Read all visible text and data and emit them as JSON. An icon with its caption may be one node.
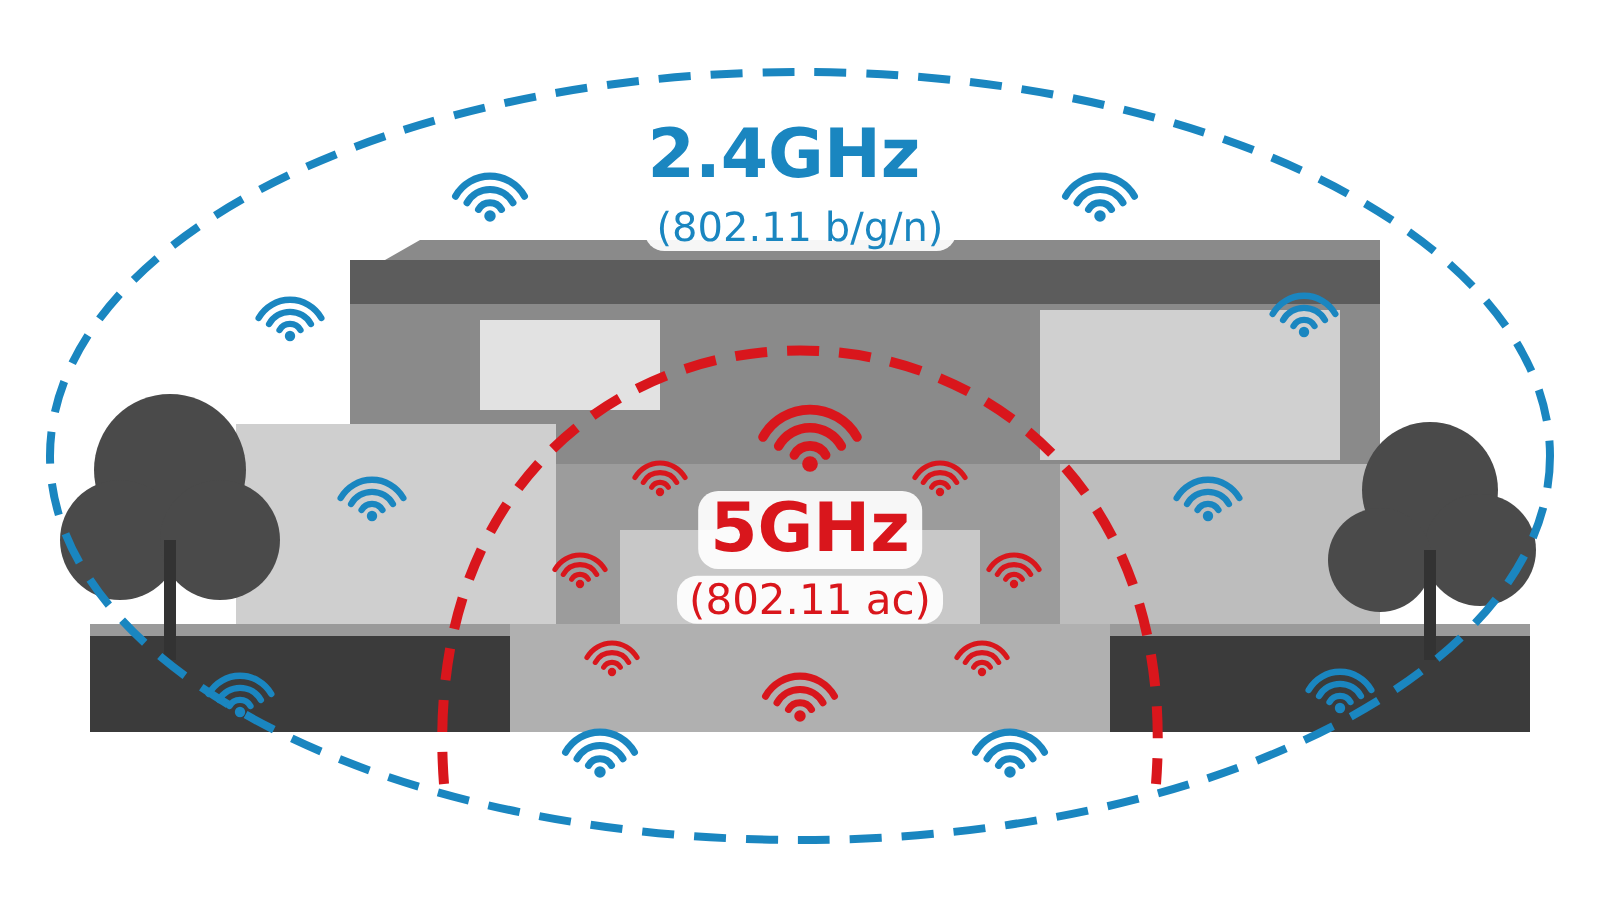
{
  "diagram": {
    "labels": [
      "2.4GHz",
      "(802.11 b/g/n)",
      "5GHz",
      "(802.11 ac)"
    ]
  }
}
